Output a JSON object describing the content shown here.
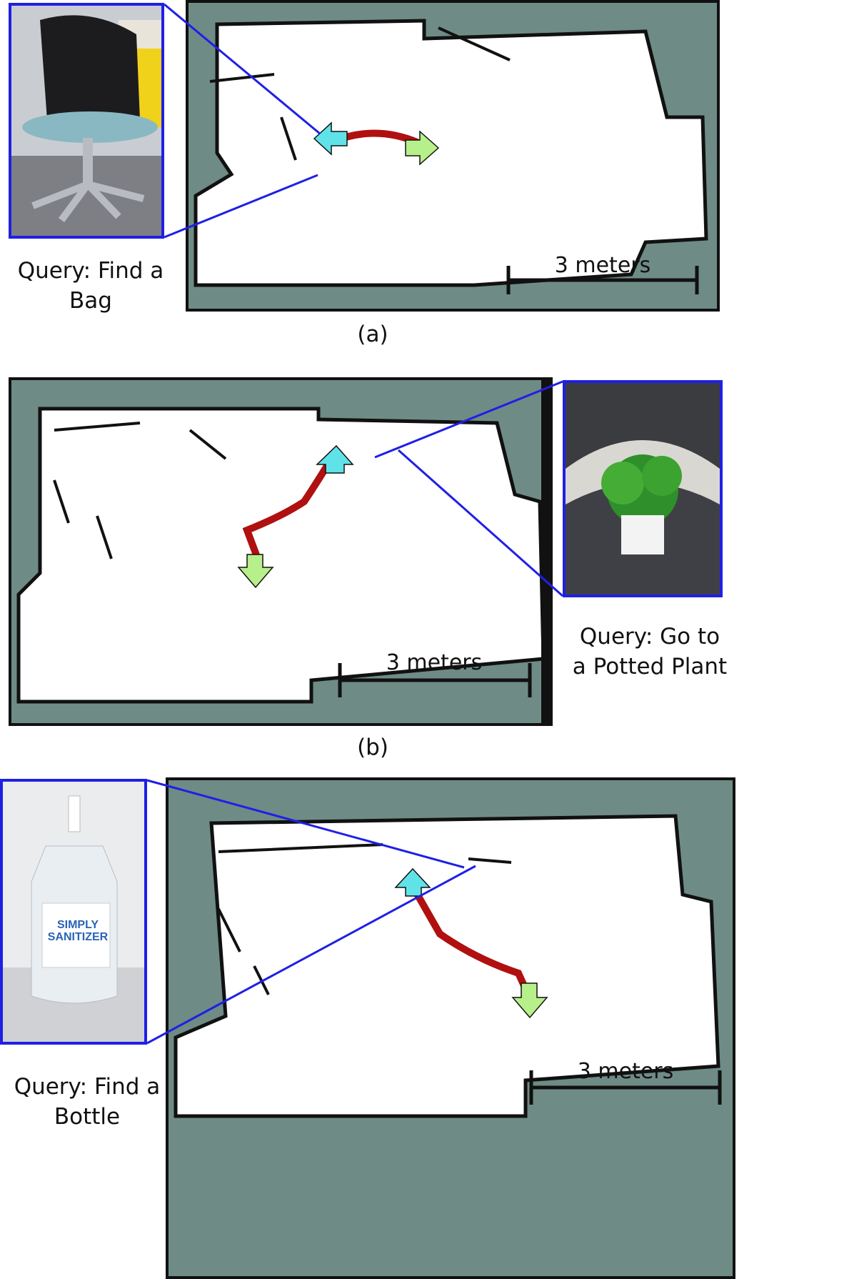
{
  "panels": [
    {
      "caption": "(a)",
      "query": "Query: Find a\nBag",
      "scale_label": "3 meters",
      "object_icon": "bag-icon"
    },
    {
      "caption": "(b)",
      "query": "Query: Go to\na Potted Plant",
      "scale_label": "3 meters",
      "object_icon": "potted-plant-icon"
    },
    {
      "caption": "",
      "query": "Query: Find a\nBottle",
      "scale_label": "3 meters",
      "object_icon": "bottle-icon",
      "bottle_label": "SIMPLY\nSANITIZER"
    }
  ],
  "colors": {
    "map_background": "#6f8b85",
    "free_space": "#ffffff",
    "obstacle": "#111111",
    "path": "#b01010",
    "goal_arrow": "#5fe3e8",
    "start_arrow": "#b7f08a",
    "callout": "#1f1fe6"
  }
}
